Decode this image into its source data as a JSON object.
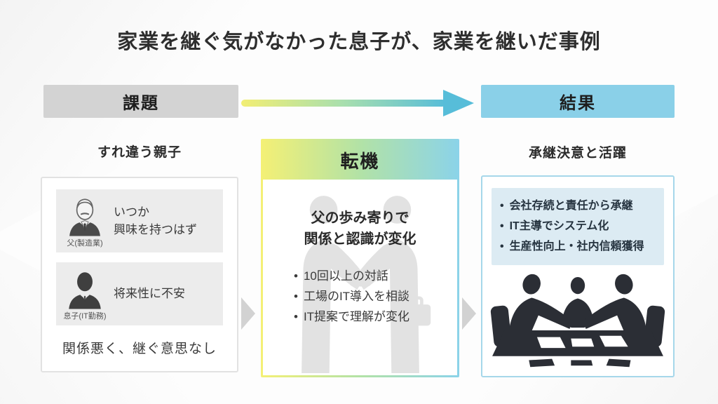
{
  "title": "家業を継ぐ気がなかった息子が、家業を継いだ事例",
  "bullet_char": "•",
  "flow": {
    "problem_label": "課題",
    "result_label": "結果"
  },
  "left": {
    "heading": "すれ違う親子",
    "rows": [
      {
        "icon": "father-icon",
        "label": "父(製造業)",
        "text": "いつか\n興味を持つはず"
      },
      {
        "icon": "son-icon",
        "label": "息子(IT勤務)",
        "text": "将来性に不安"
      }
    ],
    "summary": "関係悪く、継ぐ意思なし"
  },
  "middle": {
    "header": "転機",
    "headline": "父の歩み寄りで\n関係と認識が変化",
    "bullets": [
      "10回以上の対話",
      "工場のIT導入を相談",
      "IT提案で理解が変化"
    ],
    "watermark": "handshake-silhouette"
  },
  "right": {
    "heading": "承継決意と活躍",
    "bullets": [
      "会社存続と責任から承継",
      "IT主導でシステム化",
      "生産性向上・社内信頼獲得"
    ],
    "image": "meeting-silhouette"
  },
  "colors": {
    "problem_header_bg": "#d3d3d3",
    "result_header_bg": "#8ad0e8",
    "gradient_start": "#f4f075",
    "gradient_mid": "#b2e2a6",
    "gradient_end": "#8bd3e9",
    "result_border": "#a6d7ea",
    "result_panel_bg": "#dcebf3",
    "row_bg": "#ececec",
    "silhouette_dark": "#2b2e35",
    "watermark_gray": "#e2e2e2"
  }
}
